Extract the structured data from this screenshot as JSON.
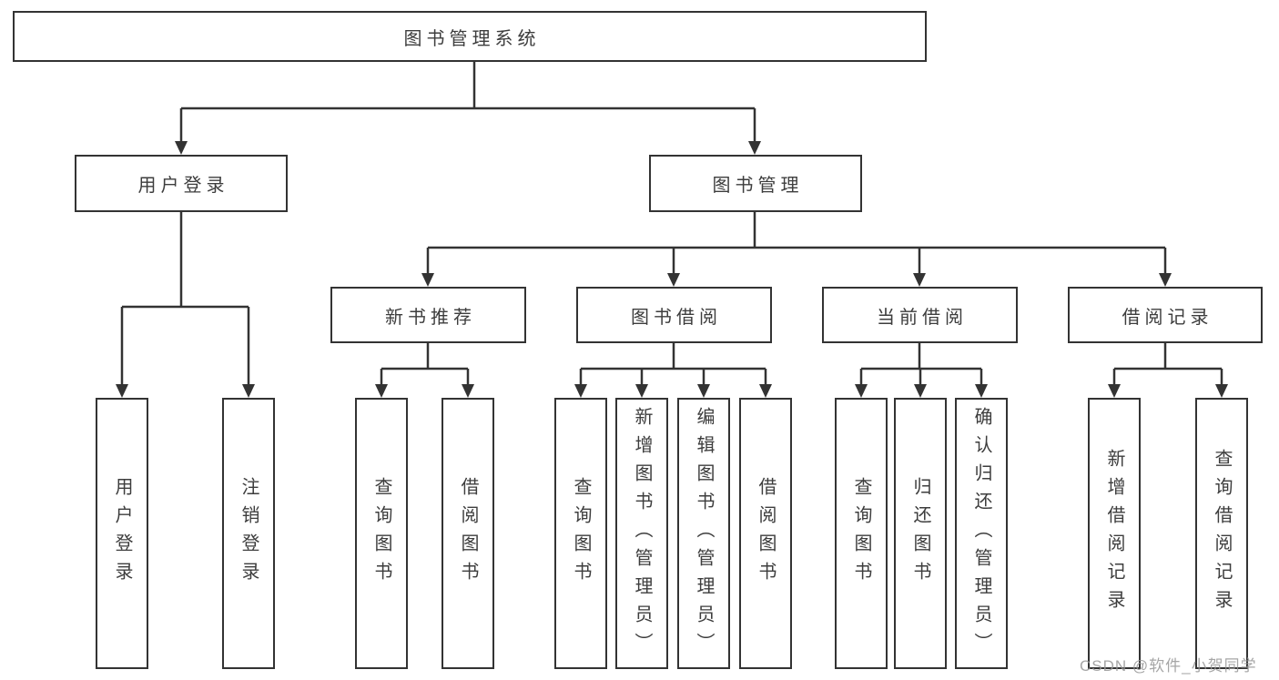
{
  "diagram": {
    "root": {
      "label": "图书管理系统"
    },
    "level2": [
      {
        "label": "用户登录"
      },
      {
        "label": "图书管理"
      }
    ],
    "level3": [
      {
        "label": "新书推荐"
      },
      {
        "label": "图书借阅"
      },
      {
        "label": "当前借阅"
      },
      {
        "label": "借阅记录"
      }
    ],
    "leaves": {
      "login": [
        "用户登录",
        "注销登录"
      ],
      "recommend": [
        "查询图书",
        "借阅图书"
      ],
      "borrow": [
        "查询图书",
        "新增图书（管理员）",
        "编辑图书（管理员）",
        "借阅图书"
      ],
      "current": [
        "查询图书",
        "归还图书",
        "确认归还（管理员）"
      ],
      "records": [
        "新增借阅记录",
        "查询借阅记录"
      ]
    }
  },
  "watermark": {
    "text": "CSDN @软件_小贺同学"
  },
  "colors": {
    "line": "#333333",
    "text": "#3d3d3d",
    "background": "#ffffff",
    "watermark": "#969696"
  }
}
